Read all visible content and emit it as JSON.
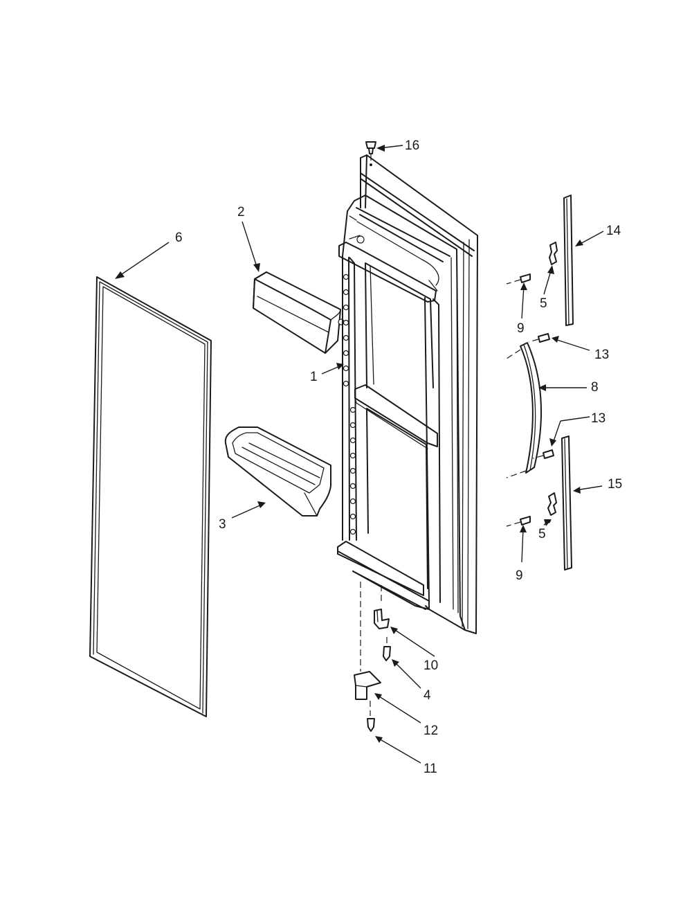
{
  "callouts": {
    "c1": "1",
    "c2": "2",
    "c3": "3",
    "c4": "4",
    "c5a": "5",
    "c5b": "5",
    "c6": "6",
    "c8": "8",
    "c9a": "9",
    "c9b": "9",
    "c10": "10",
    "c11": "11",
    "c12": "12",
    "c13a": "13",
    "c13b": "13",
    "c14": "14",
    "c15": "15",
    "c16": "16"
  },
  "colors": {
    "line": "#1a1a1a",
    "background": "#ffffff"
  }
}
